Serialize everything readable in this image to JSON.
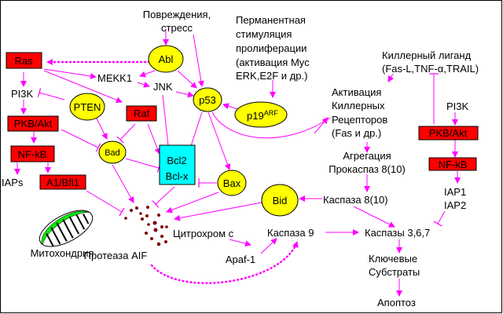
{
  "colors": {
    "arrow": "#ff00ff",
    "box": "#ff0000",
    "ellipse": "#ffff00",
    "bcl": "#00ffff"
  },
  "nodes": {
    "damage": [
      "Повреждения,",
      "стресс"
    ],
    "prolif": [
      "Перманентная",
      "стимуляция",
      "пролиферации",
      "(активация Myc",
      "ERK,E2F и др.)"
    ],
    "ras": "Ras",
    "abl": "Abl",
    "mekk1": "MEKK1",
    "jnk": "JNK",
    "p53": "p53",
    "p19": "p19",
    "p19_sup": "ARF",
    "pi3k_left": "PI3K",
    "pten": "PTEN",
    "raf": "Raf",
    "pkb_left": "PKB/Akt",
    "nfkb_left": "NF-kB",
    "bad": "Bad",
    "bcl": [
      "Bcl2",
      "Bcl-x"
    ],
    "bax": "Bax",
    "iaps": "IAPs",
    "a1": "A1/Bfl1",
    "mito": "Митохондрия",
    "aif": "Протеаза AIF",
    "cytc": "Цитрохром с",
    "apaf": "Apaf-1",
    "casp9": "Каспаза 9",
    "bid": "Bid",
    "casp8": "Каспаза 8(10)",
    "aggreg": [
      "Агрегация",
      "Прокаспаз 8(10)"
    ],
    "receptors": [
      "Активация",
      "Киллерных",
      "Рецепторов",
      "(Fas и др.)"
    ],
    "ligand": [
      "Киллерный лиганд",
      "(Fas-L,TNF-α,TRAIL)"
    ],
    "pi3k_right": "PI3K",
    "pkb_right": "PKB/Akt",
    "nfkb_right": "NF-kB",
    "iap": [
      "IAP1",
      "IAP2"
    ],
    "casp367": "Каспазы 3,6,7",
    "substr": [
      "Ключевые",
      "Субстраты"
    ],
    "apoptosis": "Апоптоз"
  }
}
